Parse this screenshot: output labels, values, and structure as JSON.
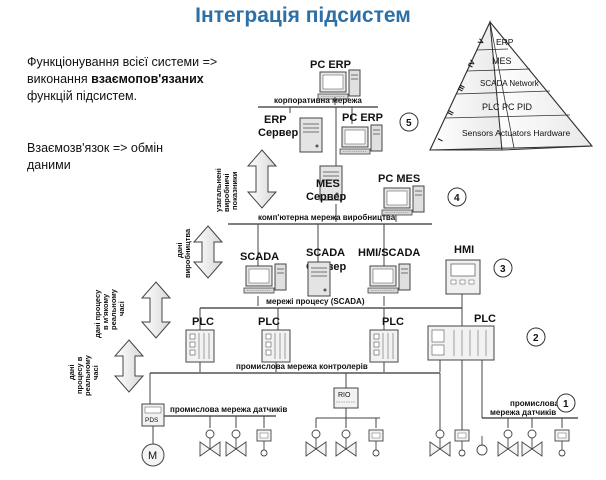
{
  "title": "Інтеграція підсистем",
  "intro": {
    "line1": "Функціонування всієї системи =>",
    "line2_prefix": "виконання ",
    "line2_bold": "взаємопов'язаних",
    "line3": "функцій підсистем.",
    "line4": "Взаємозв'язок => обмін",
    "line5": "даними"
  },
  "pyramid": {
    "levels": [
      {
        "numeral": "V",
        "label": "ERP"
      },
      {
        "numeral": "IV",
        "label": "MES"
      },
      {
        "numeral": "III",
        "label": "SCADA Network"
      },
      {
        "numeral": "II",
        "label": "PLC  PC  PID"
      },
      {
        "numeral": "I",
        "label": "Sensors Actuators Hardware"
      }
    ]
  },
  "nodes": {
    "pc_erp_top": "PC ERP",
    "erp_server_1": "ERP",
    "erp_server_2": "Сервер",
    "pc_erp_right": "PC ERP",
    "mes_server_1": "MES",
    "mes_server_2": "Сервер",
    "pc_mes": "PC MES",
    "scada_left": "SCADA",
    "scada_server_1": "SCADA",
    "scada_server_2": "Сервер",
    "hmi_scada": "HMI/SCADA",
    "hmi": "HMI",
    "plc_1": "PLC",
    "plc_2": "PLC",
    "plc_3": "PLC",
    "plc_4": "PLC",
    "rio": "RIO",
    "pds": "PDS",
    "motor": "M"
  },
  "networks": {
    "corporate": "корпоративна мережа",
    "production": "комп'ютерна мережа виробництва",
    "process": "мережі процесу (SCADA)",
    "controllers": "промислова мережа контролерів",
    "sensors_left": "промислова мережа датчиків",
    "sensors_right_1": "промислова",
    "sensors_right_2": "мережа датчиків"
  },
  "levels": {
    "l1": "1",
    "l2": "2",
    "l3": "3",
    "l4": "4",
    "l5": "5"
  },
  "arrows": {
    "a1": [
      "узагальнені",
      "виробничі",
      "показники"
    ],
    "a2": [
      "дані",
      "виробництва"
    ],
    "a3": [
      "дані процесу",
      "в м'якому",
      "реальному",
      "часі"
    ],
    "a4": [
      "дані",
      "процесу в",
      "реальному",
      "часі"
    ]
  }
}
